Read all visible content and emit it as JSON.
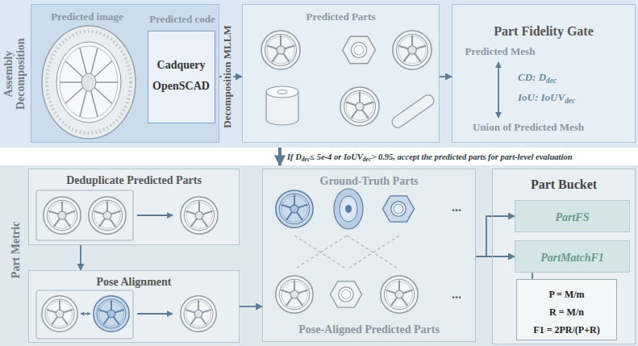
{
  "diagram": {
    "nodes": [
      {
        "text": [
          "Assembly Decomposition"
        ]
      },
      {
        "text": [
          "Predicted image"
        ],
        "in": 0
      },
      {
        "text": [
          "Predicted code",
          "Cadquery",
          "OpenSCAD"
        ],
        "in": 1
      },
      {
        "text": [
          "Predicted Parts"
        ],
        "in": 0
      },
      {
        "text": [
          "Part Fidelity Gate"
        ],
        "in": 0
      },
      {
        "text": [
          "Part Metric"
        ]
      },
      {
        "text": [
          "Deduplicate Predicted Parts"
        ],
        "in": 5
      },
      {
        "text": [
          "Pose Alignment"
        ],
        "in": 5
      },
      {
        "text": [
          "Ground-Truth Parts",
          "Pose-Aligned Predicted Parts"
        ],
        "in": 5
      },
      {
        "text": [
          "Part Bucket"
        ],
        "in": 5
      },
      {
        "text": [
          "PartFS"
        ],
        "in": 9
      },
      {
        "text": [
          "PartMatchF1"
        ],
        "in": 9
      },
      {
        "text": [
          "P = M/m",
          "R = M/n",
          "F1 = 2PR/(P+R)"
        ],
        "in": 9
      }
    ],
    "edges": [
      {
        "from": 1,
        "to": 3,
        "arrow": "to",
        "label": "Decomposition MLLM"
      },
      {
        "from": 3,
        "to": 4,
        "arrow": "to"
      },
      {
        "from": 0,
        "to": 5,
        "arrow": "to"
      },
      {
        "from": 6,
        "to": 7,
        "arrow": "to"
      },
      {
        "from": 7,
        "to": 8,
        "arrow": "to"
      },
      {
        "from": 8,
        "to": 10,
        "arrow": "to"
      },
      {
        "from": 8,
        "to": 11,
        "arrow": "to"
      },
      {
        "from": 11,
        "to": 12,
        "arrow": "none"
      }
    ],
    "labels": [
      "Predicted Mesh",
      "CD: D",
      "dec",
      "IoU: IoUV",
      "dec",
      "Union of Predicted Mesh",
      "If D",
      "dec",
      "≤ 5e-4 or IoUV",
      "dec",
      "> 0.95, accept the predicted parts for part-level evaluation",
      "...",
      "..."
    ]
  }
}
